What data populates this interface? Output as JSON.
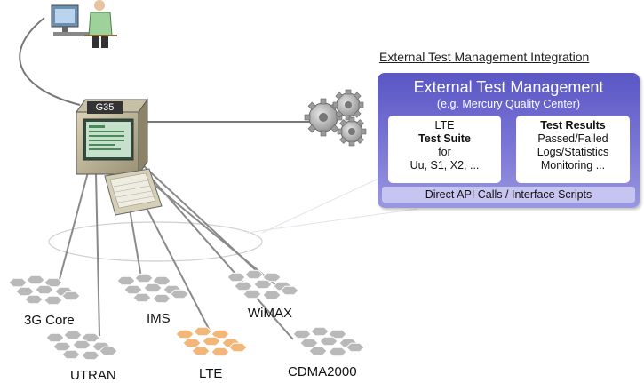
{
  "device": {
    "label": "G35"
  },
  "integration": {
    "title": "External Test Management Integration",
    "panel_heading": "External Test Management",
    "panel_subheading": "(e.g. Mercury Quality Center)",
    "suite_box": {
      "line1": "LTE",
      "line2": "Test Suite",
      "line3": "for",
      "line4": "Uu, S1, X2, ..."
    },
    "results_box": {
      "line1": "Test Results",
      "line2": "Passed/Failed",
      "line3": "Logs/Statistics",
      "line4": "Monitoring ..."
    },
    "api_bar": "Direct API Calls / Interface Scripts"
  },
  "networks": [
    {
      "label": "3G Core",
      "color": "#b9b9b9"
    },
    {
      "label": "IMS",
      "color": "#b9b9b9"
    },
    {
      "label": "WiMAX",
      "color": "#b9b9b9"
    },
    {
      "label": "UTRAN",
      "color": "#b9b9b9"
    },
    {
      "label": "LTE",
      "color": "#f2b679"
    },
    {
      "label": "CDMA2000",
      "color": "#b9b9b9"
    }
  ],
  "icons": [
    "user-workstation-icon",
    "g35-tester-icon",
    "keyboard-icon",
    "gears-icon"
  ]
}
